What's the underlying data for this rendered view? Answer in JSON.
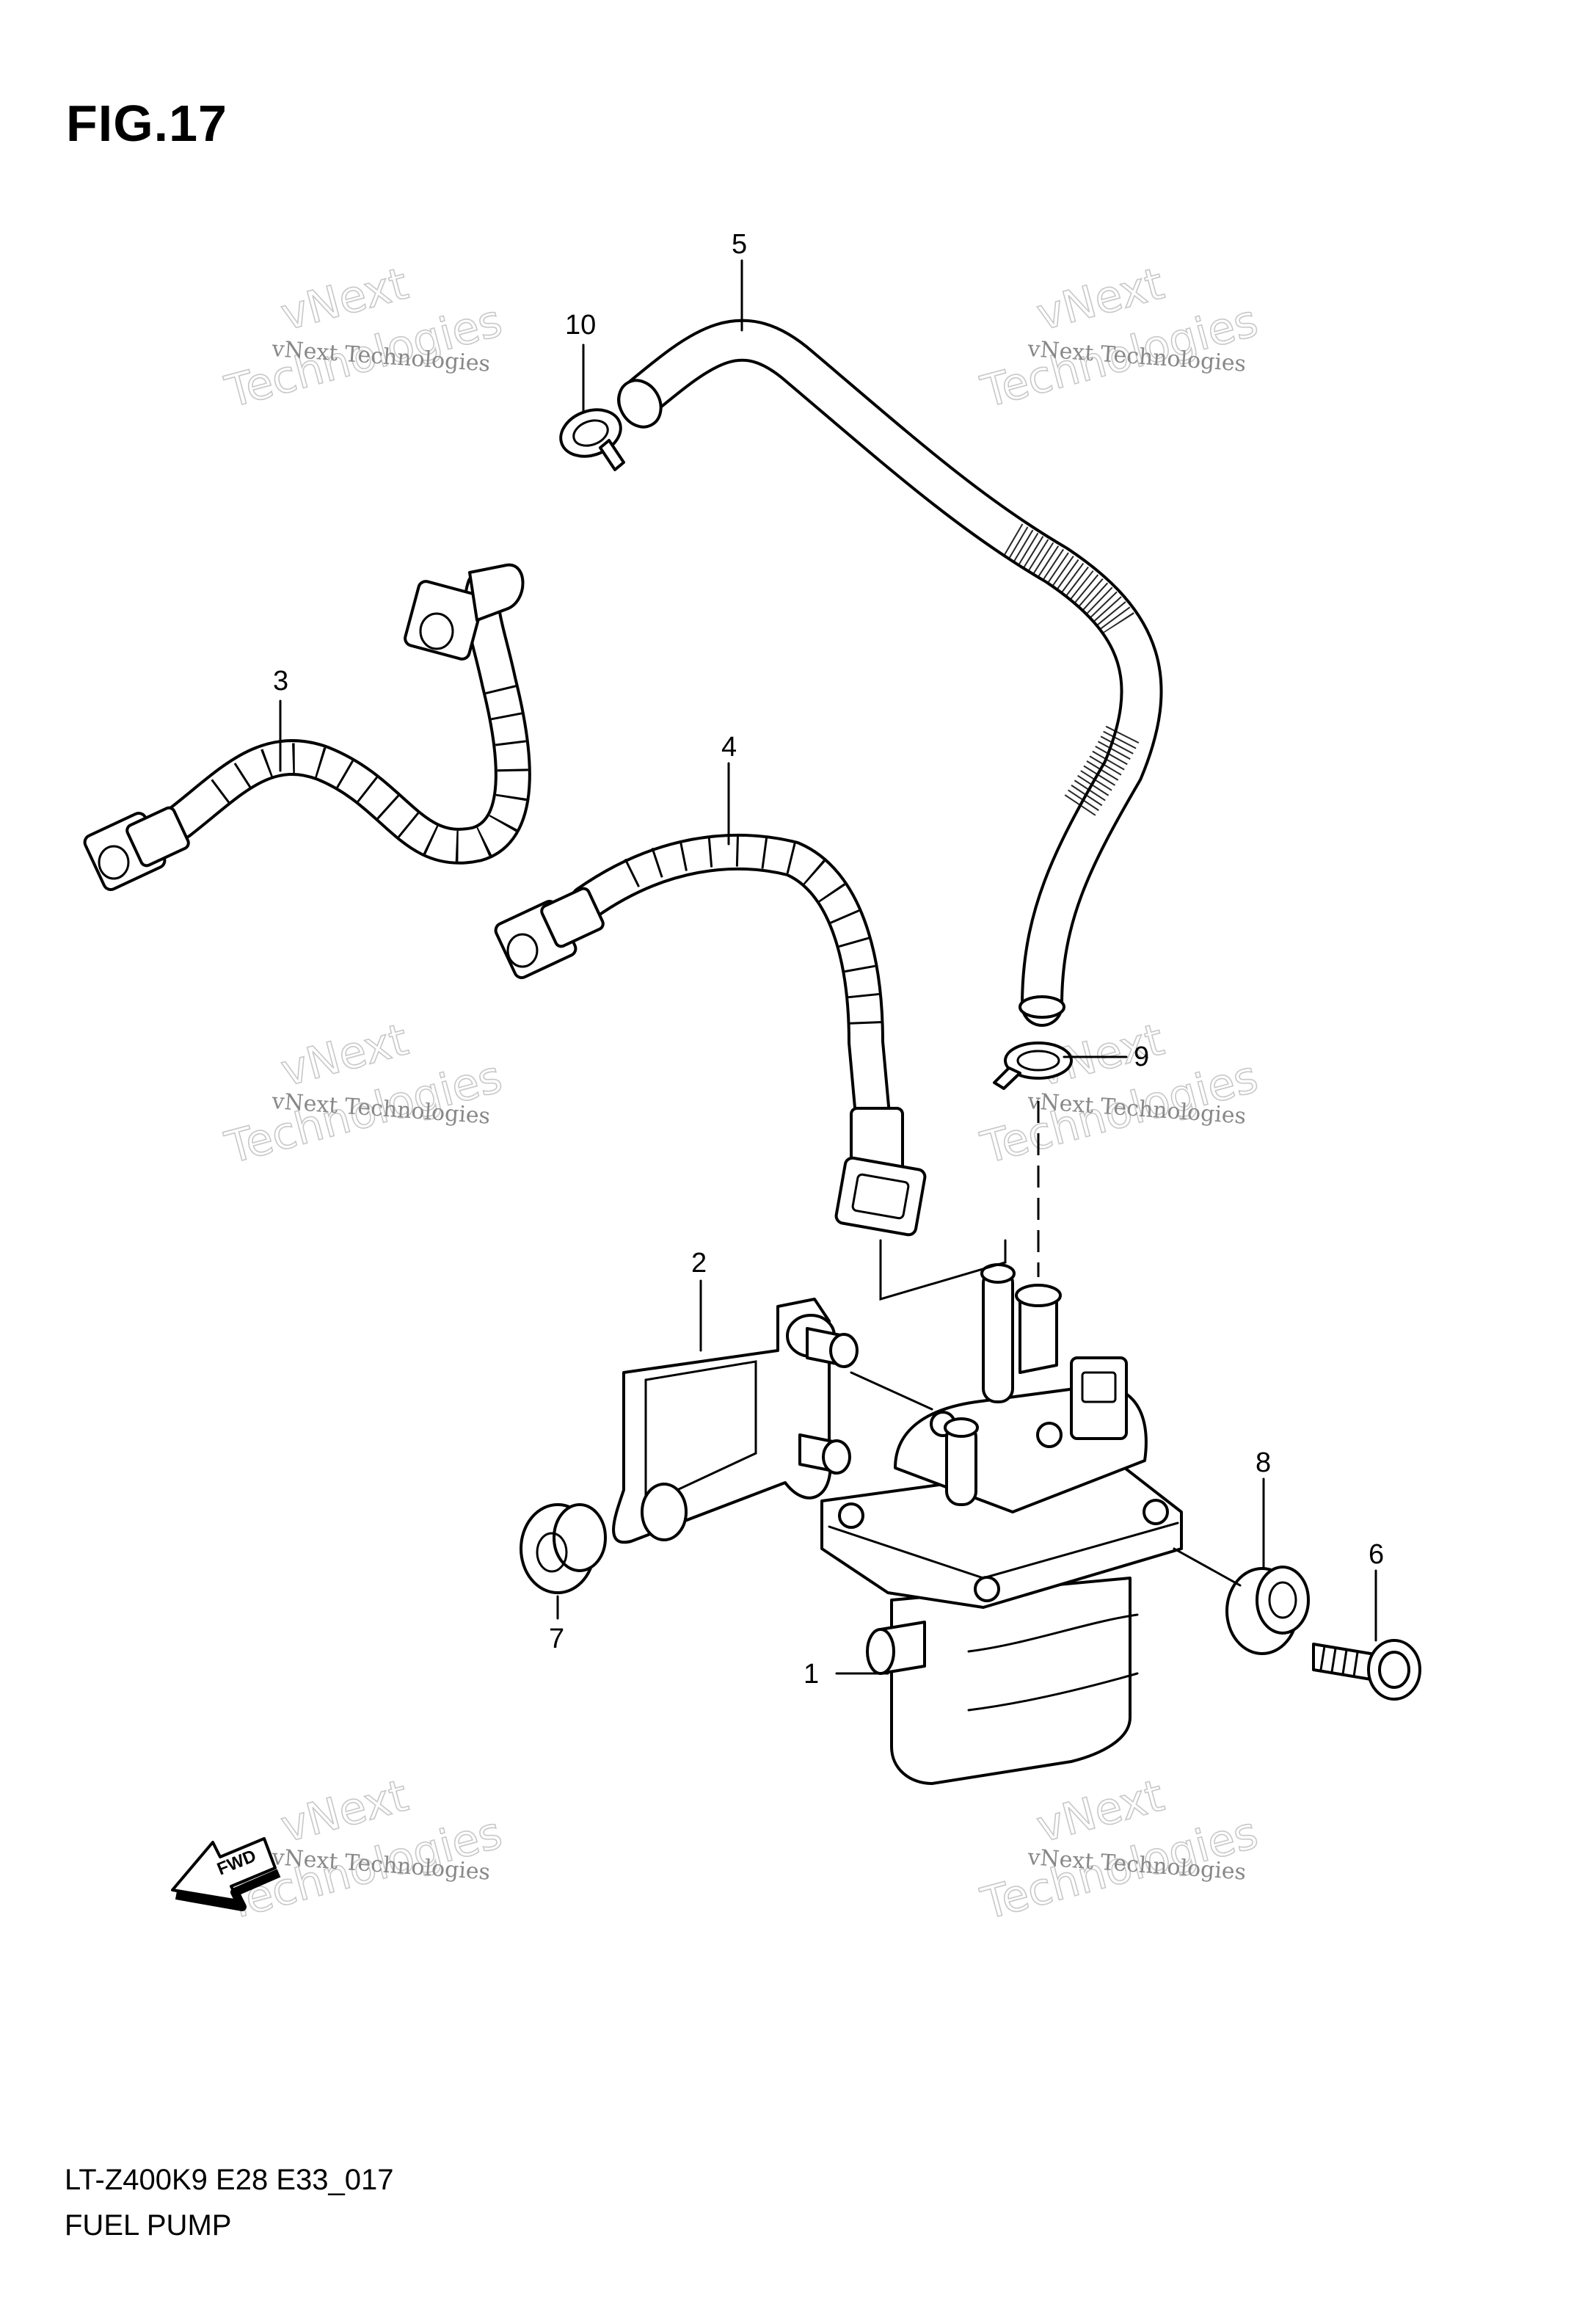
{
  "figure": {
    "title": "FIG.17",
    "code": "LT-Z400K9 E28 E33_017",
    "name": "FUEL PUMP"
  },
  "callouts": {
    "c1": "1",
    "c2": "2",
    "c3": "3",
    "c4": "4",
    "c5": "5",
    "c6": "6",
    "c7": "7",
    "c8": "8",
    "c9": "9",
    "c10": "10"
  },
  "fwd_label": "FWD",
  "watermark": {
    "small": "vNext Technologies",
    "top": "vNext",
    "bottom": "Technologies"
  }
}
